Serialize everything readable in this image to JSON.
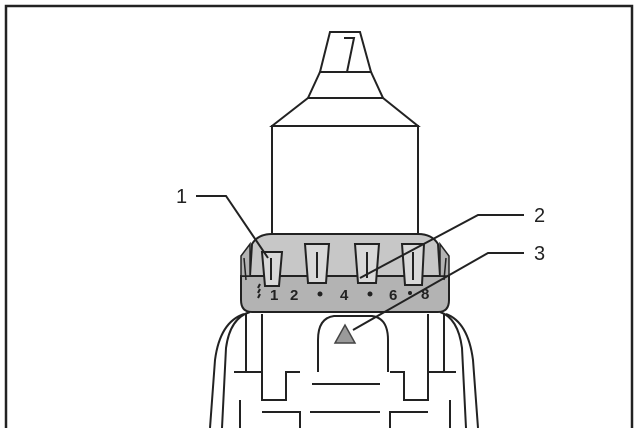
{
  "callouts": {
    "c1": "1",
    "c2": "2",
    "c3": "3"
  },
  "dial": {
    "m1": "1",
    "m2": "2",
    "m4": "4",
    "m6": "6",
    "m8": "8"
  },
  "colors": {
    "outline": "#222222",
    "dial_fill": "#b3b3b3",
    "dial_top_fill": "#c7c7c7",
    "triangle": "#9a9a9a",
    "background": "#ffffff"
  }
}
